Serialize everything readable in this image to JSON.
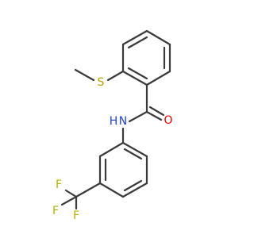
{
  "molecule": {
    "atoms": {
      "S": {
        "symbol": "S",
        "color": "#b8a100"
      },
      "N": {
        "symbol": "N",
        "color": "#1f3fd6"
      },
      "H": {
        "symbol": "H",
        "color": "#1f3fd6"
      },
      "O": {
        "symbol": "O",
        "color": "#e00000"
      },
      "F1": {
        "symbol": "F",
        "color": "#b3b300"
      },
      "F2": {
        "symbol": "F",
        "color": "#b3b300"
      },
      "F3": {
        "symbol": "F",
        "color": "#b3b300"
      }
    },
    "bond_color": "#3a3a3a",
    "background": "#ffffff"
  }
}
